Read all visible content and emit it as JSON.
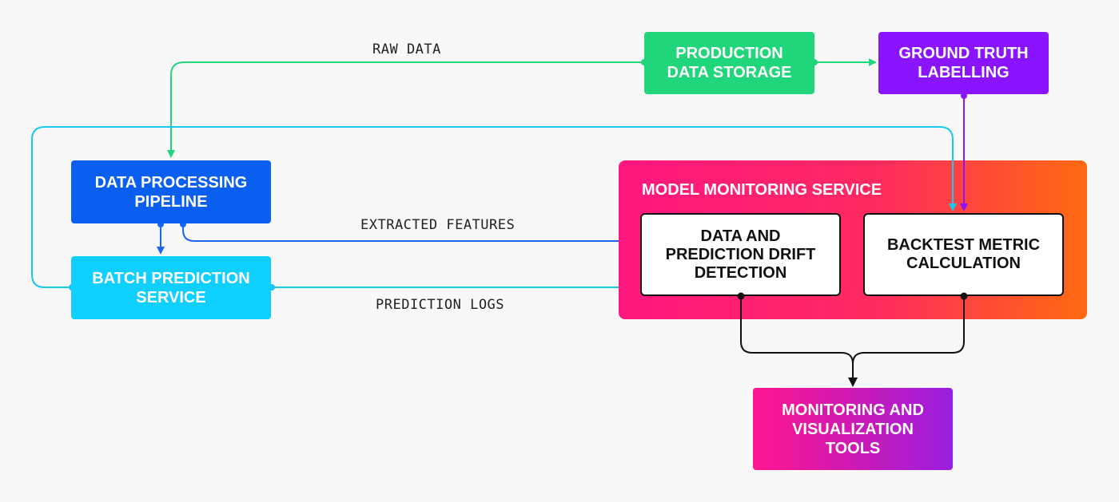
{
  "nodes": {
    "production_storage": "PRODUCTION\nDATA STORAGE",
    "ground_truth": "GROUND TRUTH\nLABELLING",
    "data_processing": "DATA PROCESSING\nPIPELINE",
    "batch_prediction": "BATCH PREDICTION\nSERVICE",
    "drift_detection": "DATA AND\nPREDICTION DRIFT\nDETECTION",
    "backtest": "BACKTEST METRIC\nCALCULATION",
    "monitoring_tools": "MONITORING AND\nVISUALIZATION\nTOOLS"
  },
  "group": {
    "title": "MODEL MONITORING SERVICE"
  },
  "edges": {
    "raw_data": "RAW DATA",
    "extracted_features": "EXTRACTED FEATURES",
    "prediction_logs": "PREDICTION LOGS"
  },
  "colors": {
    "production_storage": "#1fd67a",
    "ground_truth": "#8a14ff",
    "data_processing": "#0a5ff0",
    "batch_prediction": "#0fcfff",
    "group_gradient_start": "#ff1680",
    "group_gradient_end": "#ff6a10",
    "tools_gradient_start": "#ff1690",
    "tools_gradient_end": "#9a1ee0",
    "green_line": "#1fd67a",
    "cyan_line": "#18c8ee",
    "blue_line": "#1a66ee",
    "purple_line": "#8a14ff",
    "black_line": "#111111"
  }
}
